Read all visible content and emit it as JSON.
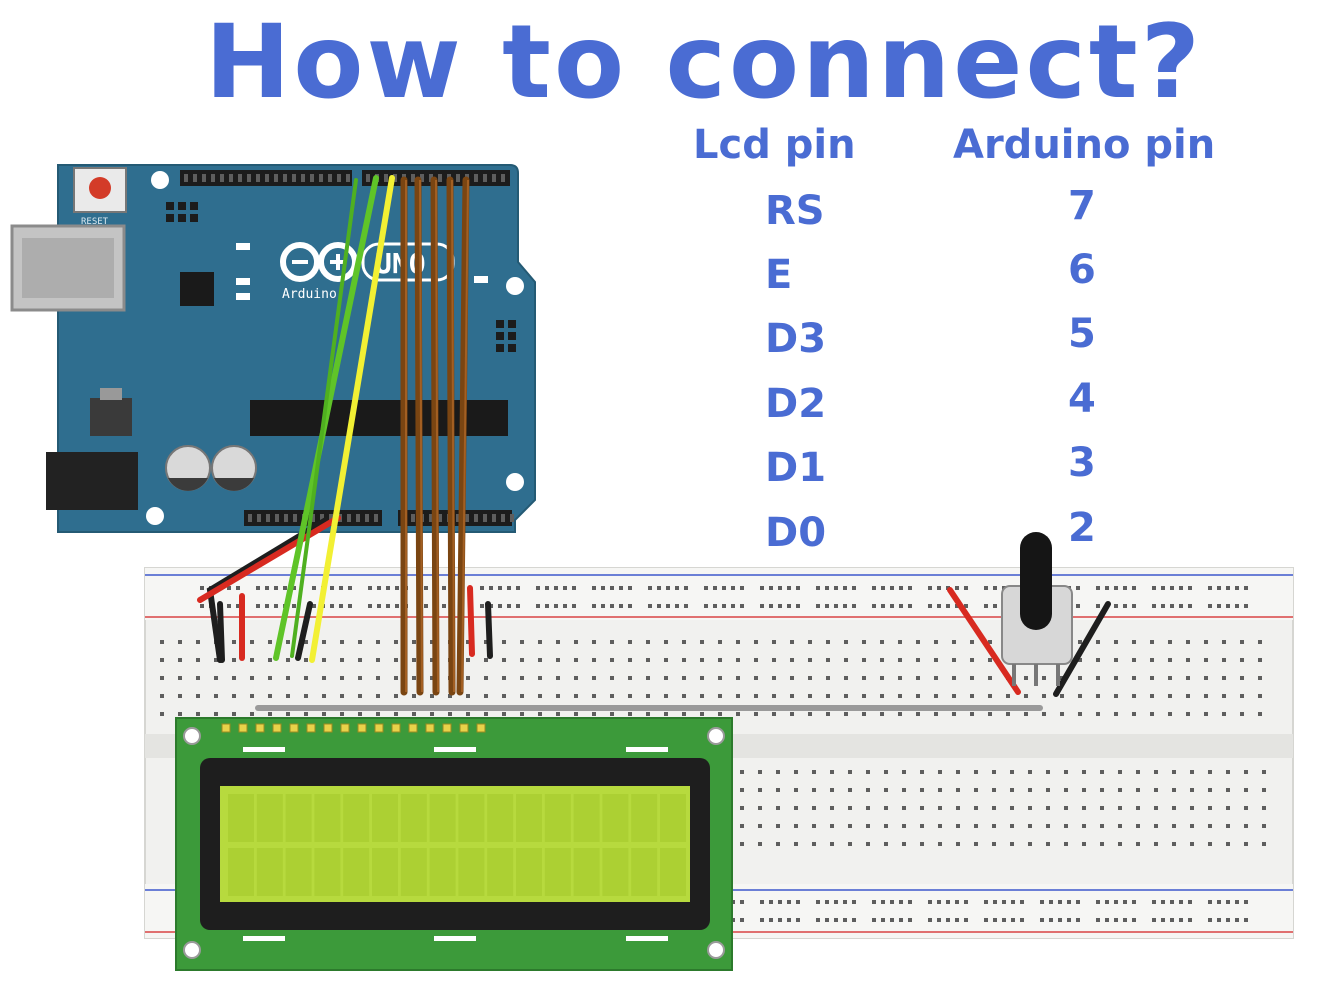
{
  "title": "How to connect?",
  "table": {
    "headers": {
      "lcd": "Lcd pin",
      "arduino": "Arduino pin"
    },
    "rows": [
      {
        "lcd": "RS",
        "arduino": "7"
      },
      {
        "lcd": "E",
        "arduino": "6"
      },
      {
        "lcd": "D3",
        "arduino": "5"
      },
      {
        "lcd": "D2",
        "arduino": "4"
      },
      {
        "lcd": "D1",
        "arduino": "3"
      },
      {
        "lcd": "D0",
        "arduino": "2"
      }
    ]
  },
  "board": {
    "logo": "UNO",
    "brand": "Arduino",
    "reset_label": "RESET"
  },
  "colors": {
    "title": "#4a6cd3",
    "board": "#2f6e8f",
    "wire_brown": "#7a4512",
    "wire_green": "#5fc428",
    "wire_yellow": "#f2f034",
    "wire_red": "#d82a20",
    "wire_black": "#1e1e1e",
    "lcd_pcb": "#3c9a3a",
    "lcd_screen": "#b7da3e"
  }
}
